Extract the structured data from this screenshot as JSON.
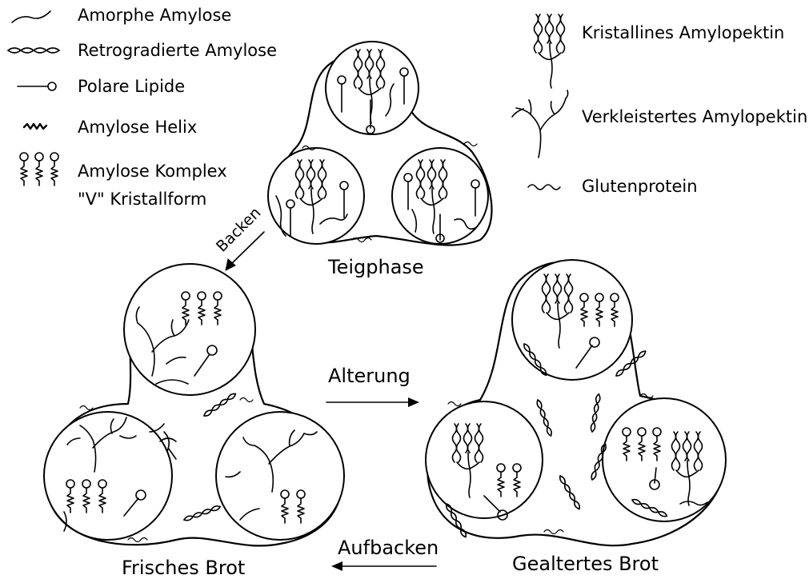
{
  "legend_left": {
    "amorphous_amylose": "Amorphe Amylose",
    "retrograded_amylose": "Retrogradierte Amylose",
    "polar_lipids": "Polare Lipide",
    "amylose_helix": "Amylose Helix",
    "amylose_complex_line1": "Amylose Komplex",
    "amylose_complex_line2": "\"V\" Kristallform"
  },
  "legend_right": {
    "crystalline_amylopectin": "Kristallines Amylopektin",
    "gelatinized_amylopectin": "Verkleistertes Amylopektin",
    "gluten_protein": "Glutenprotein"
  },
  "stages": {
    "dough": "Teigphase",
    "fresh_bread": "Frisches Brot",
    "aged_bread": "Gealtertes Brot"
  },
  "transitions": {
    "baking": "Backen",
    "aging": "Alterung",
    "rebaking": "Aufbacken"
  }
}
